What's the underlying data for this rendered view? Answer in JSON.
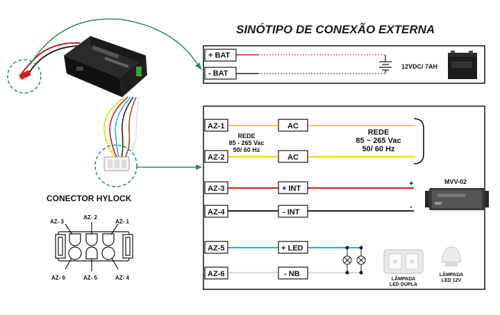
{
  "title": "SINÓTIPO DE CONEXÃO  EXTERNA",
  "battery": {
    "pos_label": "+ BAT",
    "neg_label": "- BAT",
    "spec": "12VDC/ 7AH"
  },
  "terminals": {
    "az1": "AZ-1",
    "az2": "AZ-2",
    "az3": "AZ-3",
    "az4": "AZ-4",
    "az5": "AZ-5",
    "az6": "AZ-6"
  },
  "signals": {
    "ac1": "AC",
    "ac2": "AC",
    "int_pos": "+ INT",
    "int_neg": "- INT",
    "led": "+ LED",
    "nb": "- NB"
  },
  "rede_left": [
    "REDE",
    "85 - 265 Vac",
    "50/ 60 Hz"
  ],
  "rede_right": [
    "REDE",
    "85 ~ 265 Vac",
    "50/ 60 Hz"
  ],
  "mvv": {
    "label": "MVV-02",
    "plus": "+",
    "minus": "-"
  },
  "lamps": {
    "dupla": [
      "LÂMPADA",
      "LED DUPLA"
    ],
    "single": [
      "LÂMPADA",
      "LED 12V"
    ]
  },
  "connector": {
    "title": "CONECTOR HYLOCK",
    "pins": [
      "AZ- 3",
      "AZ- 2",
      "AZ- 1",
      "AZ- 6",
      "AZ- 5",
      "AZ- 4"
    ]
  },
  "colors": {
    "yellow_wire": "#f2d60a",
    "red_wire": "#d41c1c",
    "black_wire": "#222222",
    "blue_wire": "#2aa7e0",
    "white_wire": "#d8d8d8",
    "green_arrow": "#2e8b57"
  }
}
